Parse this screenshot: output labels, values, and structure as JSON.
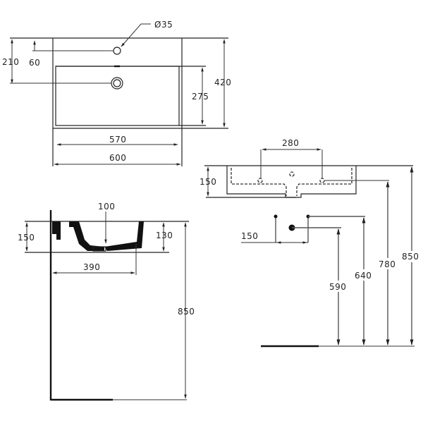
{
  "drawing": {
    "title": "Wash basin technical dimension drawing",
    "colors": {
      "line": "#222222",
      "background": "#ffffff"
    },
    "top_view": {
      "tap_hole_diameter": "Ø35",
      "dim_tap_hole_from_back": "60",
      "dim_waste_from_back": "210",
      "dim_bowl_depth": "275",
      "dim_overall_depth": "420",
      "dim_bowl_width": "570",
      "dim_overall_width": "600"
    },
    "front_view": {
      "dim_hole_spacing": "280",
      "dim_height": "150"
    },
    "side_view": {
      "dim_waste_offset": "100",
      "dim_height": "150",
      "dim_bowl_inner_height": "130",
      "dim_projection": "390",
      "dim_mounting_height": "850"
    },
    "installation_heights": {
      "dim_supply_spacing": "150",
      "dim_waste_height": "590",
      "dim_supply_height": "640",
      "dim_bracket_height": "780",
      "dim_top_height": "850"
    }
  }
}
